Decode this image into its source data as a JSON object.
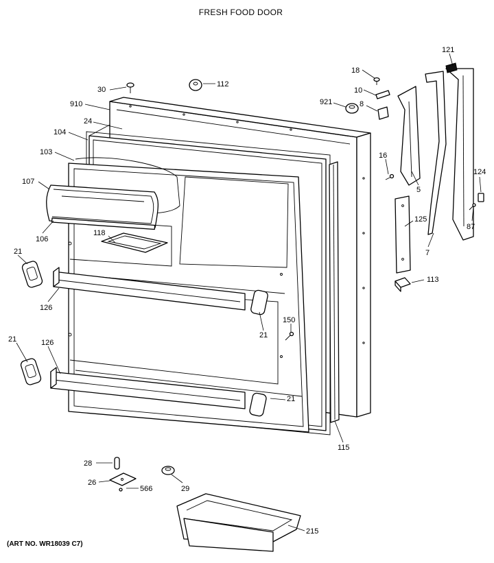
{
  "title": "FRESH FOOD DOOR",
  "art_no": "(ART NO. WR18039 C7)",
  "callouts": {
    "c30": "30",
    "c112": "112",
    "c910": "910",
    "c24": "24",
    "c104": "104",
    "c103": "103",
    "c107": "107",
    "c106": "106",
    "c118": "118",
    "c21a": "21",
    "c126a": "126",
    "c21b": "21",
    "c126b": "126",
    "c21c": "21",
    "c21d": "21",
    "c150": "150",
    "c115": "115",
    "c18": "18",
    "c10": "10",
    "c921": "921",
    "c8": "8",
    "c16": "16",
    "c5": "5",
    "c121": "121",
    "c124": "124",
    "c87": "87",
    "c125": "125",
    "c7": "7",
    "c113": "113",
    "c28": "28",
    "c26": "26",
    "c566": "566",
    "c29": "29",
    "c215": "215"
  }
}
